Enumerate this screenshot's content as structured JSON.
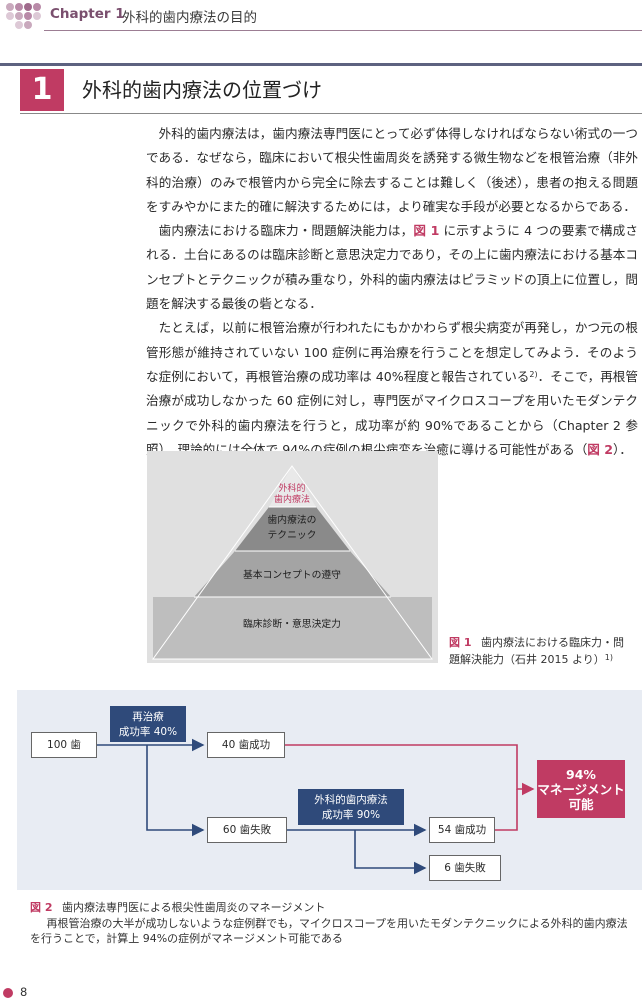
{
  "header": {
    "chapter_label": "Chapter 1",
    "chapter_title": "外科的歯内療法の目的"
  },
  "section": {
    "number": "1",
    "title": "外科的歯内療法の位置づけ"
  },
  "body": {
    "p1": "外科的歯内療法は，歯内療法専門医にとって必ず体得しなければならない術式の一つである．なぜなら，臨床において根尖性歯周炎を誘発する微生物などを根管治療（非外科的治療）のみで根管内から完全に除去することは難しく（後述），患者の抱える問題をすみやかにまた的確に解決するためには，より確実な手段が必要となるからである．",
    "p2_before": "歯内療法における臨床力・問題解決能力は，",
    "p2_ref": "図 1",
    "p2_after": " に示すように 4 つの要素で構成される．土台にあるのは臨床診断と意思決定力であり，その上に歯内療法における基本コンセプトとテクニックが積み重なり，外科的歯内療法はピラミッドの頂上に位置し，問題を解決する最後の砦となる．",
    "p3_before": "たとえば，以前に根管治療が行われたにもかかわらず根尖病変が再発し，かつ元の根管形態が維持されていない 100 症例に再治療を行うことを想定してみよう．そのような症例において，再根管治療の成功率は 40%程度と報告されている",
    "p3_sup": "2)",
    "p3_mid": "．そこで，再根管治療が成功しなかった 60 症例に対し，専門医がマイクロスコープを用いたモダンテクニックで外科的歯内療法を行うと，成功率が約 90%であることから（Chapter 2 参照），理論的には全体で 94%の症例の根尖病変を治癒に導ける可能性がある（",
    "p3_ref": "図 2",
    "p3_end": "）．"
  },
  "figure1": {
    "tiers": [
      "外科的歯内療法",
      "歯内療法の\nテクニック",
      "基本コンセプトの遵守",
      "臨床診断・意思決定力"
    ],
    "caption_num": "図 1",
    "caption_text": "歯内療法における臨床力・問題解決能力（石井 2015 より）",
    "caption_sup": "1)",
    "colors": {
      "apex": "#e9e9e9",
      "tier2": "#8a8a8a",
      "tier3": "#a4a4a4",
      "base": "#bebebe",
      "apex_text": "#c03b63"
    }
  },
  "figure2": {
    "start": "100 歯",
    "retreat_label": "再治療\n成功率 40%",
    "success1": "40 歯成功",
    "fail1": "60 歯失敗",
    "surgery_label": "外科的歯内療法\n成功率 90%",
    "success2": "54 歯成功",
    "fail2": "6 歯失敗",
    "result": "94%\nマネージメント\n可能",
    "colors": {
      "navy": "#2f4a7a",
      "accent": "#c03b63"
    },
    "caption_num": "図 2",
    "caption_title": "歯内療法専門医による根尖性歯周炎のマネージメント",
    "caption_body": "再根管治療の大半が成功しないような症例群でも，マイクロスコープを用いたモダンテクニックによる外科的歯内療法を行うことで，計算上 94%の症例がマネージメント可能である"
  },
  "footer": {
    "page_number": "8"
  }
}
